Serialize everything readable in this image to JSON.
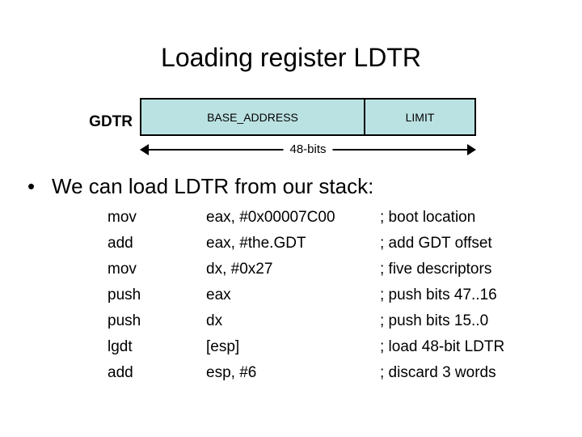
{
  "slide": {
    "title": "Loading register LDTR",
    "background_color": "#ffffff",
    "text_color": "#000000"
  },
  "diagram": {
    "register_name": "GDTR",
    "fill_color": "#bbe2e3",
    "border_color": "#000000",
    "fields": [
      {
        "label": "BASE_ADDRESS"
      },
      {
        "label": "LIMIT"
      }
    ],
    "width_annotation": "48-bits"
  },
  "bullet": {
    "marker": "•",
    "text": "We can load LDTR from our stack:"
  },
  "code": {
    "rows": [
      {
        "mnemonic": "mov",
        "operands": "eax, #0x00007C00",
        "comment": "; boot location"
      },
      {
        "mnemonic": "add",
        "operands": "eax, #the.GDT",
        "comment": "; add GDT offset"
      },
      {
        "mnemonic": "mov",
        "operands": "dx, #0x27",
        "comment": "; five descriptors"
      },
      {
        "mnemonic": "push",
        "operands": "eax",
        "comment": "; push bits 47..16"
      },
      {
        "mnemonic": "push",
        "operands": "dx",
        "comment": "; push bits 15..0"
      },
      {
        "mnemonic": "lgdt",
        "operands": "[esp]",
        "comment": "; load 48-bit LDTR"
      },
      {
        "mnemonic": "add",
        "operands": "esp, #6",
        "comment": "; discard 3 words"
      }
    ]
  }
}
